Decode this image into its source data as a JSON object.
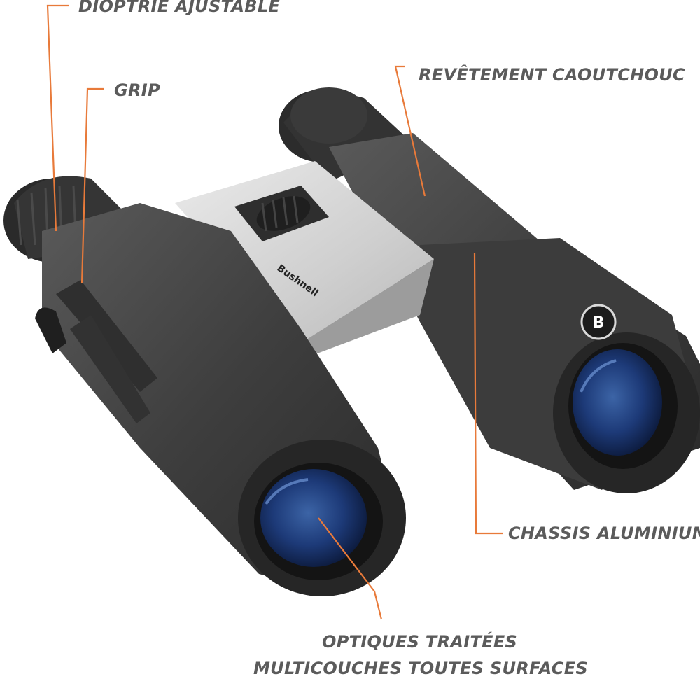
{
  "accent_color": "#e87a3a",
  "callouts": {
    "dioptrie": "DIOPTRIE AJUSTABLE",
    "grip": "GRIP",
    "revetement": "REVÊTEMENT CAOUTCHOUC",
    "chassis": "CHASSIS ALUMINIUM",
    "optiques_line1": "OPTIQUES TRAITÉES",
    "optiques_line2": "MULTICOUCHES TOUTES SURFACES"
  },
  "product": {
    "brand_logo": "Bushnell",
    "badge_letter": "B"
  }
}
